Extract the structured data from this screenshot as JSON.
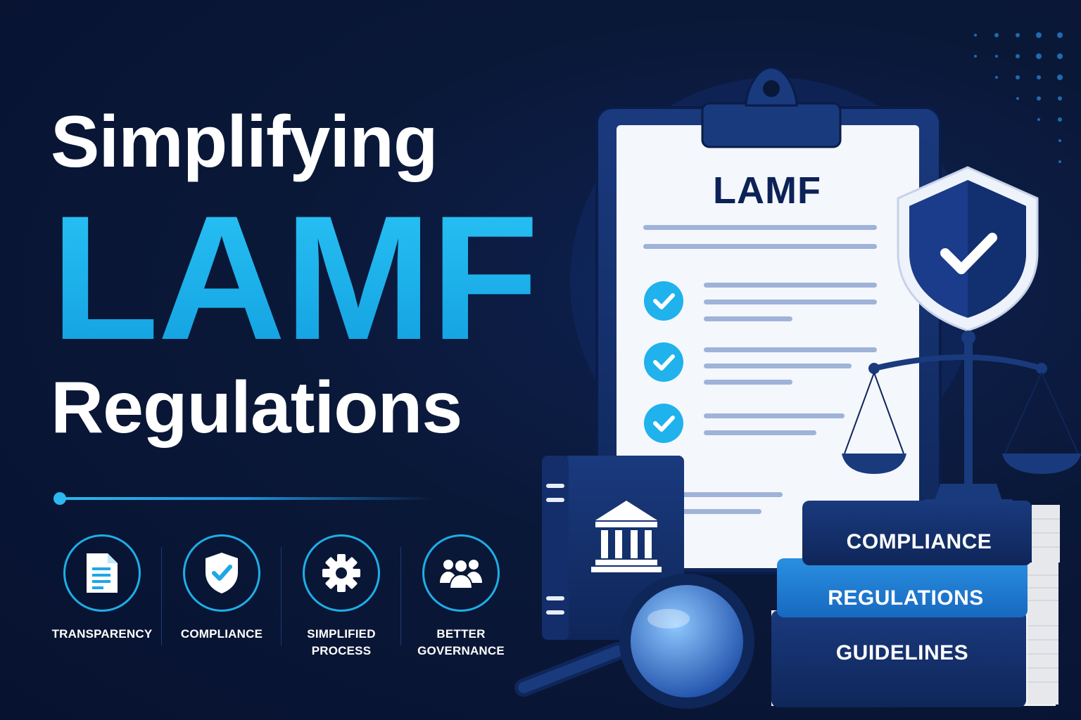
{
  "headline": {
    "line1": "Simplifying",
    "line2": "LAMF",
    "line3": "Regulations"
  },
  "features": [
    {
      "label": "TRANSPARENCY",
      "icon": "document-icon"
    },
    {
      "label": "COMPLIANCE",
      "icon": "shield-check-icon"
    },
    {
      "label": "SIMPLIFIED PROCESS",
      "icon": "gear-icon"
    },
    {
      "label": "BETTER GOVERNANCE",
      "icon": "people-group-icon"
    }
  ],
  "clipboard": {
    "title": "LAMF"
  },
  "books": {
    "top": "COMPLIANCE",
    "middle": "REGULATIONS",
    "bottom": "GUIDELINES"
  },
  "colors": {
    "background": "#0a1838",
    "accent": "#1fb2ec",
    "navy": "#0c2257",
    "white": "#ffffff"
  }
}
